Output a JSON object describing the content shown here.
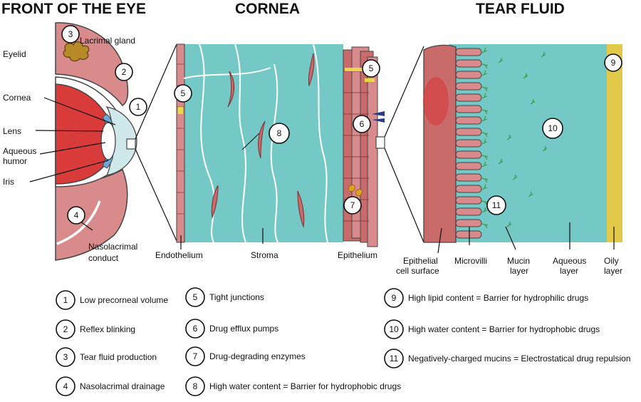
{
  "headings": {
    "front": "FRONT OF THE EYE",
    "cornea": "CORNEA",
    "tear": "TEAR FLUID"
  },
  "labels": {
    "lacrimal_gland": "Lacrimal gland",
    "eyelid": "Eyelid",
    "cornea": "Cornea",
    "lens": "Lens",
    "aqueous_humor_1": "Aqueous",
    "aqueous_humor_2": "humor",
    "iris": "Iris",
    "nasolacrimal_1": "Nasolacrimal",
    "nasolacrimal_2": "conduct",
    "endothelium": "Endothelium",
    "stroma": "Stroma",
    "epithelium": "Epithelium",
    "epithelial_1": "Epithelial",
    "epithelial_2": "cell surface",
    "microvilli": "Microvilli",
    "mucin_1": "Mucin",
    "mucin_2": "layer",
    "aqueous_1": "Aqueous",
    "aqueous_2": "layer",
    "oily_1": "Oily",
    "oily_2": "layer"
  },
  "markers": {
    "m1": "1",
    "m2": "2",
    "m3": "3",
    "m4": "4",
    "m5": "5",
    "m5b": "5",
    "m6": "6",
    "m7": "7",
    "m8": "8",
    "m9": "9",
    "m10": "10",
    "m11": "11"
  },
  "legend": [
    {
      "num": "1",
      "text": "Low precorneal volume"
    },
    {
      "num": "2",
      "text": "Reflex blinking"
    },
    {
      "num": "3",
      "text": "Tear fluid production"
    },
    {
      "num": "4",
      "text": "Nasolacrimal drainage"
    },
    {
      "num": "5",
      "text": "Tight junctions"
    },
    {
      "num": "6",
      "text": "Drug efflux pumps"
    },
    {
      "num": "7",
      "text": "Drug-degrading enzymes"
    },
    {
      "num": "8",
      "text": "High water content = Barrier for hydrophobic drugs"
    },
    {
      "num": "9",
      "text": "High lipid content = Barrier for hydrophilic drugs"
    },
    {
      "num": "10",
      "text": "High water content = Barrier for hydrophobic drugs"
    },
    {
      "num": "11",
      "text": "Negatively-charged mucins = Electrostatical drug repulsion"
    }
  ],
  "colors": {
    "tissue": "#d98a8a",
    "tissue_dark": "#7a2e2e",
    "eyeball_red": "#d93a3a",
    "fluid": "#74c8c6",
    "cornea_light": "#cfe9ea",
    "iris_blue": "#6fa6d6",
    "gland": "#b98a2a",
    "oily": "#e3c94a",
    "mucin": "#3f9a3f",
    "tight_junction": "#e9d64a"
  }
}
